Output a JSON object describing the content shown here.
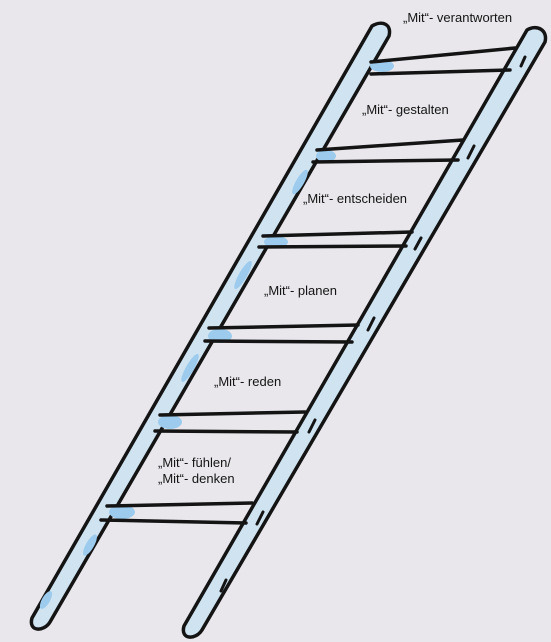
{
  "colors": {
    "background": "#e9e7ec",
    "ink": "#141414",
    "rail_fill": "#cfe3f1",
    "highlight": "#9ccbed"
  },
  "steps": [
    {
      "label": "„Mit“- verantworten"
    },
    {
      "label": "„Mit“- gestalten"
    },
    {
      "label": "„Mit“- entscheiden"
    },
    {
      "label": "„Mit“- planen"
    },
    {
      "label": "„Mit“- reden"
    },
    {
      "line1": "„Mit“- fühlen/",
      "line2": "„Mit“- denken"
    }
  ]
}
